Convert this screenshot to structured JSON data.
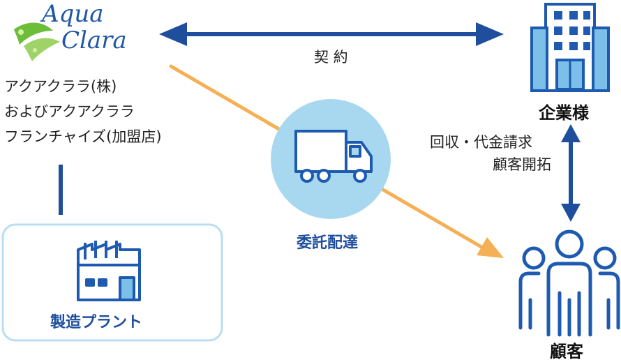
{
  "logo": {
    "line1": "Aqua",
    "line2": "Clara",
    "brand_green": "#6cbd3a",
    "brand_blue": "#1f57a6"
  },
  "company": {
    "lines": [
      "アクアクララ(株)",
      "およびアクアクララ",
      "フランチャイズ(加盟店)"
    ]
  },
  "plant": {
    "label": "製造プラント"
  },
  "arrows": {
    "contract_label": "契 約",
    "collection_label_line1": "回収・代金請求",
    "collection_label_line2": "顧客開拓"
  },
  "delivery": {
    "label": "委託配達"
  },
  "enterprise": {
    "label": "企業様"
  },
  "customers": {
    "label": "顧客"
  },
  "colors": {
    "navy": "#1f4f9c",
    "orange": "#f5b055",
    "light_blue_circle": "#a8d8f0",
    "plant_box_border": "#b9ddf2",
    "icon_blue": "#1e5bb0"
  }
}
